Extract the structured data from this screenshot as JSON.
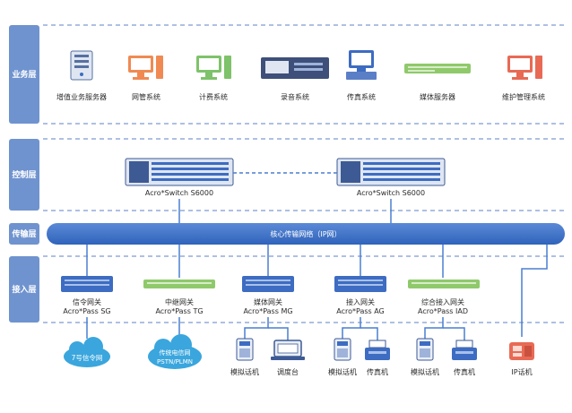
{
  "layers": {
    "business": "业务层",
    "control": "控制层",
    "transport": "传输层",
    "access": "接入层"
  },
  "business_nodes": [
    {
      "label": "增值业务服务器",
      "icon": "server-tower-icon"
    },
    {
      "label": "网管系统",
      "icon": "pc-orange-icon"
    },
    {
      "label": "计费系统",
      "icon": "pc-green-icon"
    },
    {
      "label": "录音系统",
      "icon": "recorder-device-icon"
    },
    {
      "label": "传真系统",
      "icon": "pc-blue-icon"
    },
    {
      "label": "媒体服务器",
      "icon": "rack-server-green-icon"
    },
    {
      "label": "维护管理系统",
      "icon": "pc-red-icon"
    }
  ],
  "switches": [
    {
      "label": "Acro*Switch S6000"
    },
    {
      "label": "Acro*Switch S6000"
    }
  ],
  "backbone": "核心传输网络（IP网）",
  "gateways": [
    {
      "name": "信令网关",
      "model": "Acro*Pass SG",
      "color": "#3d6cc2"
    },
    {
      "name": "中继网关",
      "model": "Acro*Pass TG",
      "color": "#8fc96b"
    },
    {
      "name": "媒体网关",
      "model": "Acro*Pass MG",
      "color": "#3d6cc2"
    },
    {
      "name": "接入网关",
      "model": "Acro*Pass AG",
      "color": "#3d6cc2"
    },
    {
      "name": "综合接入网关",
      "model": "Acro*Pass IAD",
      "color": "#8fc96b"
    }
  ],
  "clouds": [
    {
      "lines": [
        "7号信令网"
      ]
    },
    {
      "lines": [
        "传统电信网",
        "PSTN/PLMN"
      ]
    }
  ],
  "terminals": [
    {
      "label": "模拟话机",
      "icon": "phone-icon"
    },
    {
      "label": "调度台",
      "icon": "console-icon"
    },
    {
      "label": "模拟话机",
      "icon": "phone-icon"
    },
    {
      "label": "传真机",
      "icon": "fax-icon"
    },
    {
      "label": "模拟话机",
      "icon": "phone-icon"
    },
    {
      "label": "传真机",
      "icon": "fax-icon"
    },
    {
      "label": "IP话机",
      "icon": "ip-phone-icon"
    }
  ],
  "colors": {
    "layer_bar": "#6f93cf",
    "backbone": "#3f74c9",
    "link": "#4a7fd0",
    "dash": "#7e9bd0",
    "orange": "#f08a52",
    "green": "#7ec26a",
    "blue": "#3d6cc2",
    "red": "#e86a55"
  }
}
